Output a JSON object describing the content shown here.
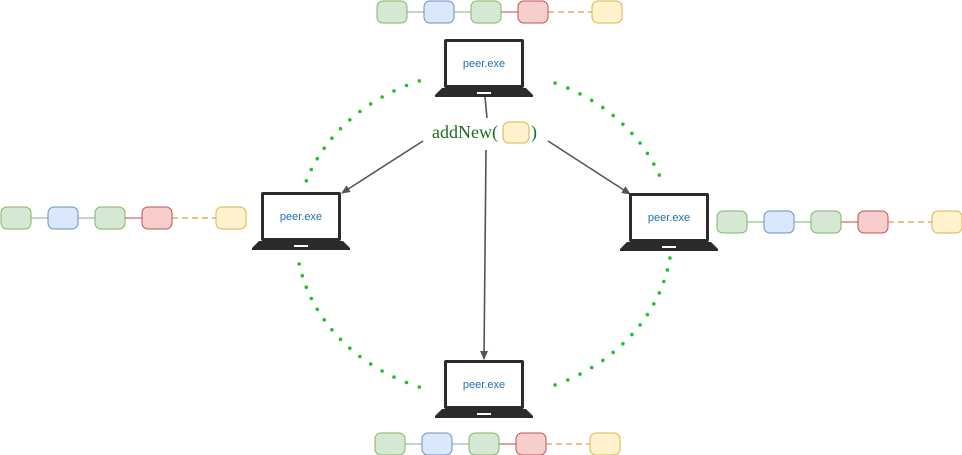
{
  "colors": {
    "ring": "#22c12b",
    "arrow": "#555555",
    "laptop_body": "#2b2b2b",
    "screen": "#ffffff",
    "label_text": "#1f6fb2",
    "call_text": "#1e6b1e",
    "chain_link": "#7fb27f",
    "chain_link_red": "#b84a4a",
    "pending_link": "#e0b060",
    "block_green": {
      "fill": "#d5e8d4",
      "stroke": "#82b366"
    },
    "block_blue": {
      "fill": "#dae8fc",
      "stroke": "#6c8ebf"
    },
    "block_red": {
      "fill": "#f8cecc",
      "stroke": "#b85450"
    },
    "block_yellow": {
      "fill": "#fff2cc",
      "stroke": "#d6b656"
    }
  },
  "call": {
    "name": "addNew(",
    "close": ")",
    "arg_block": "block_yellow"
  },
  "peers": [
    {
      "id": "top",
      "label": "peer.exe"
    },
    {
      "id": "left",
      "label": "peer.exe"
    },
    {
      "id": "right",
      "label": "peer.exe"
    },
    {
      "id": "bottom",
      "label": "peer.exe"
    }
  ],
  "chain_blocks": [
    "block_green",
    "block_blue",
    "block_green",
    "block_red"
  ],
  "pending_block": "block_yellow"
}
